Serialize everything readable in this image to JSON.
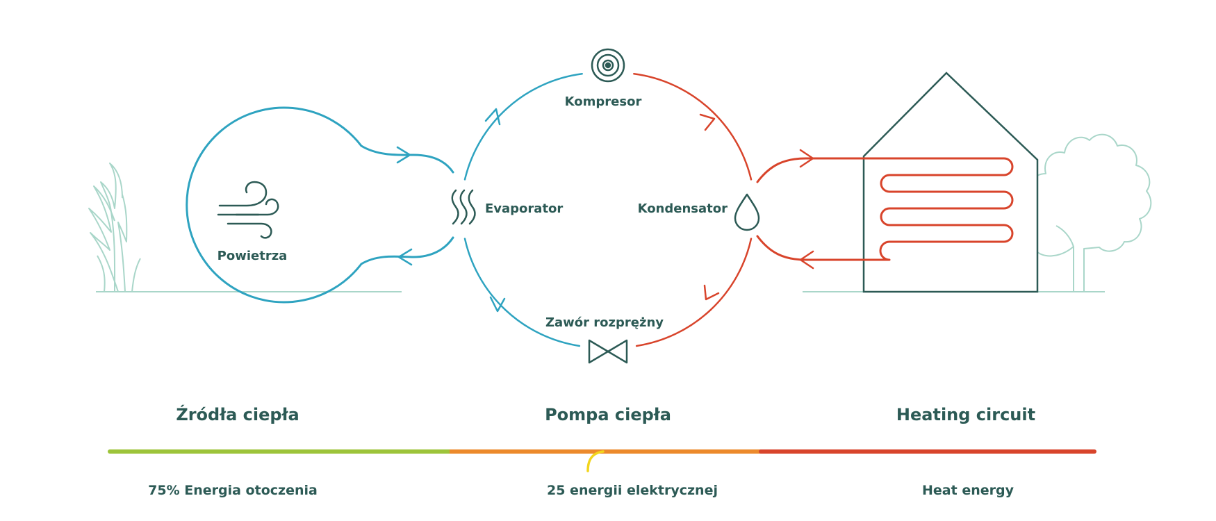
{
  "nodes": {
    "air": "Powietrza",
    "compressor": "Kompresor",
    "evaporator": "Evaporator",
    "condenser": "Kondensator",
    "expansion_valve": "Zawór rozprężny"
  },
  "sections": [
    {
      "title": "Źródła ciepła",
      "subtitle": "75% Energia otoczenia"
    },
    {
      "title": "Pompa ciepła",
      "subtitle": "25 energii elektrycznej"
    },
    {
      "title": "Heating circuit",
      "subtitle": "Heat energy"
    }
  ],
  "colors": {
    "cold": "#2ea3c0",
    "hot": "#d8442b",
    "text": "#2c5a55",
    "landscape": "#a9d6c9",
    "bar_green": "#9dc43a",
    "bar_orange": "#ec8a2c",
    "bar_red": "#d8442b",
    "electric": "#f2d51c"
  },
  "icons": {
    "air": "wind-icon",
    "compressor": "compressor-icon",
    "evaporator": "heat-waves-icon",
    "condenser": "droplet-icon",
    "expansion_valve": "valve-icon",
    "house": "house-icon",
    "tree": "tree-icon",
    "grass": "grass-icon"
  }
}
